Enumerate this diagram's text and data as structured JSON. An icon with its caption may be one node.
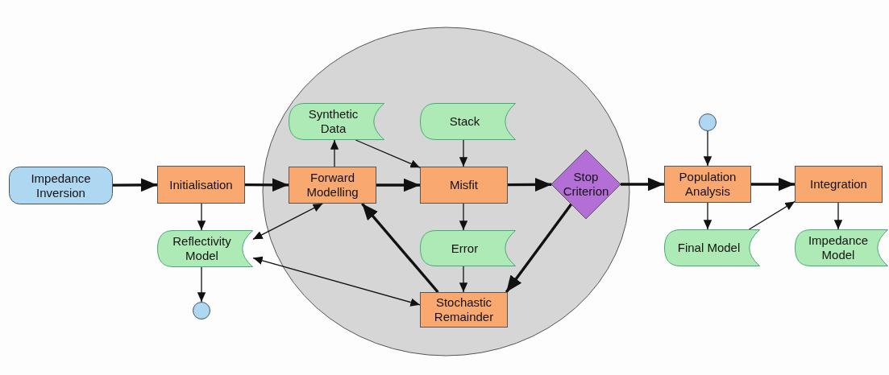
{
  "diagram": {
    "nodes": [
      {
        "text": [
          "Impedance Inversion"
        ]
      },
      {
        "text": [
          "Initialisation"
        ]
      },
      {
        "text": [],
        "shape": "circle"
      },
      {
        "text": [
          "Synthetic Data"
        ],
        "in": 2
      },
      {
        "text": [
          "Forward Modelling"
        ],
        "in": 2
      },
      {
        "text": [
          "Stack"
        ],
        "in": 2
      },
      {
        "text": [
          "Misfit"
        ],
        "in": 2
      },
      {
        "text": [
          "Stop Criterion"
        ],
        "in": 2
      },
      {
        "text": [
          "Error"
        ],
        "in": 2
      },
      {
        "text": [
          "Stochastic Remainder"
        ],
        "in": 2
      },
      {
        "text": [
          "Reflectivity Model"
        ]
      },
      {
        "text": [],
        "shape": "circle"
      },
      {
        "text": [],
        "shape": "circle"
      },
      {
        "text": [
          "Population Analysis"
        ]
      },
      {
        "text": [
          "Integration"
        ]
      },
      {
        "text": [
          "Final Model"
        ]
      },
      {
        "text": [
          "Impedance Model"
        ]
      }
    ],
    "edges": [
      {
        "from": 0,
        "to": 1,
        "arrow": "to",
        "style": "thick"
      },
      {
        "from": 1,
        "to": 4,
        "arrow": "to",
        "style": "thick"
      },
      {
        "from": 1,
        "to": 10,
        "arrow": "to"
      },
      {
        "from": 10,
        "to": 11,
        "arrow": "to"
      },
      {
        "from": 4,
        "to": 3,
        "arrow": "to"
      },
      {
        "from": 3,
        "to": 6,
        "arrow": "to"
      },
      {
        "from": 4,
        "to": 6,
        "arrow": "to",
        "style": "thick"
      },
      {
        "from": 10,
        "to": 4,
        "arrow": "both"
      },
      {
        "from": 10,
        "to": 9,
        "arrow": "both"
      },
      {
        "from": 9,
        "to": 4,
        "arrow": "to",
        "style": "thick"
      },
      {
        "from": 5,
        "to": 6,
        "arrow": "to"
      },
      {
        "from": 6,
        "to": 8,
        "arrow": "to"
      },
      {
        "from": 8,
        "to": 9,
        "arrow": "to"
      },
      {
        "from": 6,
        "to": 7,
        "arrow": "to",
        "style": "thick"
      },
      {
        "from": 7,
        "to": 9,
        "arrow": "to",
        "style": "thick"
      },
      {
        "from": 7,
        "to": 13,
        "arrow": "to",
        "style": "thick"
      },
      {
        "from": 12,
        "to": 13,
        "arrow": "to"
      },
      {
        "from": 13,
        "to": 15,
        "arrow": "to"
      },
      {
        "from": 15,
        "to": 14,
        "arrow": "to"
      },
      {
        "from": 13,
        "to": 14,
        "arrow": "to",
        "style": "thick"
      },
      {
        "from": 14,
        "to": 16,
        "arrow": "to"
      }
    ]
  }
}
